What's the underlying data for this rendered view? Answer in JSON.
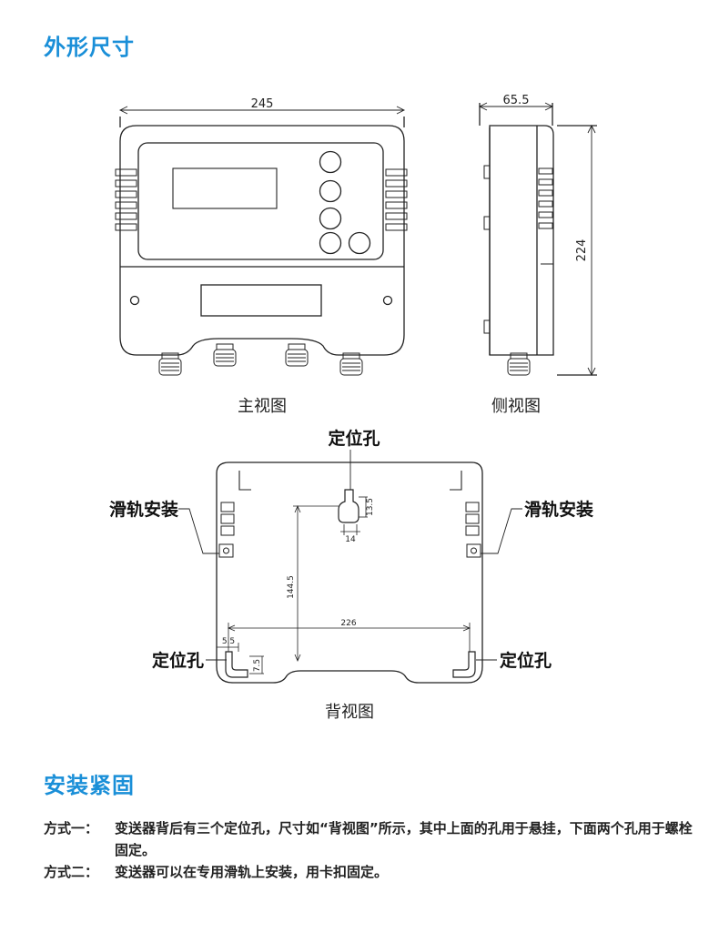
{
  "sections": {
    "dimensions_title": "外形尺寸",
    "mounting_title": "安装紧固"
  },
  "front_view": {
    "caption": "主视图",
    "width_label": "245"
  },
  "side_view": {
    "caption": "侧视图",
    "depth_label": "65.5",
    "height_label": "224"
  },
  "back_view": {
    "caption": "背视图",
    "callout_top": "定位孔",
    "callout_rail_left": "滑轨安装",
    "callout_rail_right": "滑轨安装",
    "callout_hole_left": "定位孔",
    "callout_hole_right": "定位孔",
    "hole_spacing_label": "226",
    "vertical_label": "144.5",
    "hole_height_label": "13.5",
    "hole_width_label": "14",
    "offset_label": "5.5",
    "slot_label": "7.5"
  },
  "mounting": {
    "method1_label": "方式一：",
    "method1_text": "变送器背后有三个定位孔，尺寸如“背视图”所示，其中上面的孔用于悬挂，下面两个孔用于螺栓固定。",
    "method2_label": "方式二：",
    "method2_text": "变送器可以在专用滑轨上安装，用卡扣固定。"
  }
}
